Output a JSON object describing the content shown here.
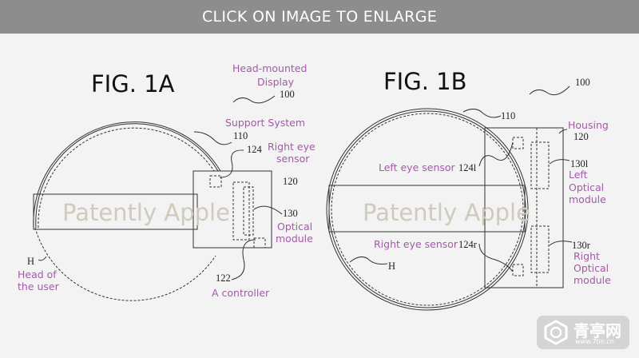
{
  "banner": {
    "text": "CLICK ON IMAGE TO ENLARGE"
  },
  "watermark": "Patently Apple",
  "fig1a": {
    "title": "FIG. 1A",
    "labels": {
      "hmd1": "Head-mounted",
      "hmd2": "Display",
      "n100": "100",
      "support": "Support System",
      "n110": "110",
      "n124": "124",
      "eye1": "Right eye",
      "eye2": "sensor",
      "n120": "120",
      "n130": "130",
      "opt1": "Optical",
      "opt2": "module",
      "h": "H",
      "head1": "Head of",
      "head2": "the user",
      "n122": "122",
      "controller": "A controller"
    }
  },
  "fig1b": {
    "title": "FIG. 1B",
    "labels": {
      "n100": "100",
      "n110": "110",
      "housing": "Housing",
      "n120": "120",
      "left_sensor": "Left eye sensor",
      "n124l": "124l",
      "n130l": "130l",
      "lopt1": "Left",
      "lopt2": "Optical",
      "lopt3": "module",
      "right_sensor": "Right eye sensor",
      "n124r": "124r",
      "h": "H",
      "n130r": "130r",
      "ropt1": "Right",
      "ropt2": "Optical",
      "ropt3": "module"
    }
  },
  "logo": {
    "name": "青亭网",
    "url_text": "www.7tin.cn"
  }
}
